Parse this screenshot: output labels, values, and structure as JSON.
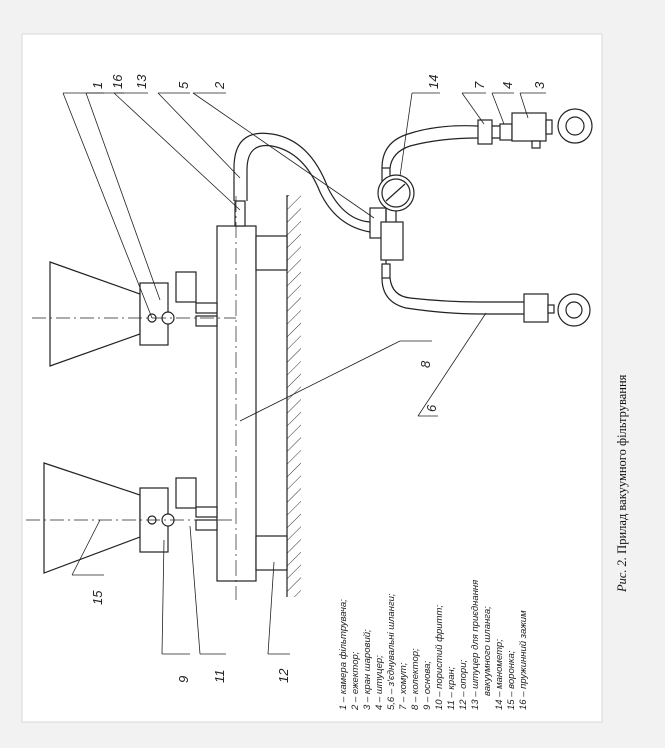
{
  "caption": {
    "prefix": "Рис. 2.",
    "text": "Прилад вакуумного фільтрування"
  },
  "callouts": [
    "1",
    "16",
    "13",
    "5",
    "2",
    "14",
    "7",
    "4",
    "3",
    "6",
    "8",
    "15",
    "9",
    "11",
    "12"
  ],
  "legend": [
    "1 – камера фільтрувача;",
    "2 – ежектор;",
    "3 – кран шаровий;",
    "4 – штуцер;",
    "5,6 – з'єднувальні шланги;",
    "7 – хомут;",
    "8 – колектор;",
    "9 – основа;",
    "10 – пористий фритт;",
    "11 – кран;",
    "12 – опори;",
    "13 – штуцер для приєднання",
    "вакуумного шланга;",
    "14 – манометр;",
    "15 – воронка;",
    "16 – пружинний зажим"
  ]
}
